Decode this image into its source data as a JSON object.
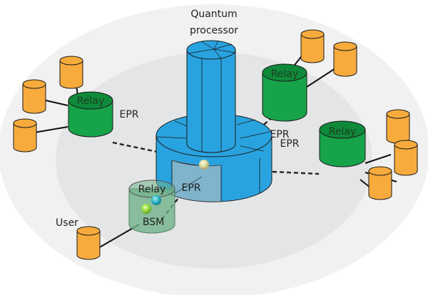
{
  "diagram": {
    "title": "Quantum network with central quantum processor",
    "colors": {
      "outer_region": "#f1f1f1",
      "inner_region": "#e4e5e7",
      "processor": "#29a3e0",
      "processor_dark": "#1c7fb3",
      "relay": "#17a34a",
      "relay_top": "#0f8a3a",
      "user": "#f7ab3c",
      "bsm_relay": "#6fb38a",
      "outline": "#1a1a1a"
    },
    "processor": {
      "label_line1": "Quantum",
      "label_line2": "processor"
    },
    "relays": [
      {
        "id": "relay-left",
        "label": "Relay",
        "link_label": "EPR",
        "user_count": 3
      },
      {
        "id": "relay-top-right",
        "label": "Relay",
        "link_label": "EPR",
        "user_count": 2
      },
      {
        "id": "relay-right",
        "label": "Relay",
        "link_label": "EPR",
        "user_count": 3
      }
    ],
    "bsm_relay": {
      "label_top": "Relay",
      "label_bottom": "BSM",
      "link_label": "EPR"
    },
    "user": {
      "label": "User"
    }
  }
}
